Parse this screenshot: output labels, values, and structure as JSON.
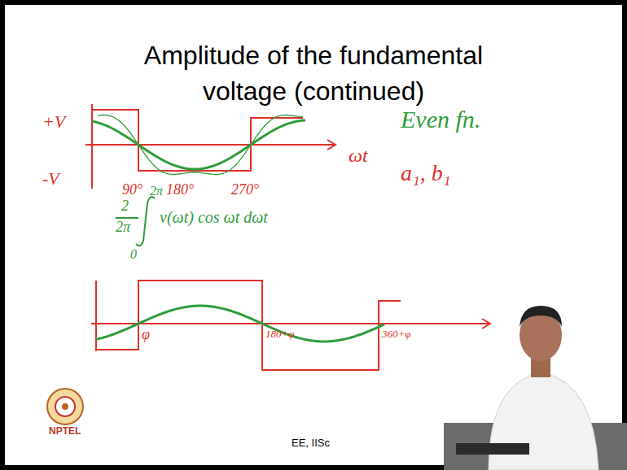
{
  "diagram": {
    "title": "Amplitude of the fundamental voltage (continued)",
    "labels": [
      "+V",
      "-V",
      "ωt",
      "90°",
      "180°",
      "270°",
      "Even fn.",
      "a₁, b₁",
      "2",
      "2π",
      "2π",
      "0",
      "v(ωt) cos ωt dωt",
      "φ",
      "180+φ",
      "360+φ",
      "NPTEL",
      "EE, IISc"
    ]
  }
}
